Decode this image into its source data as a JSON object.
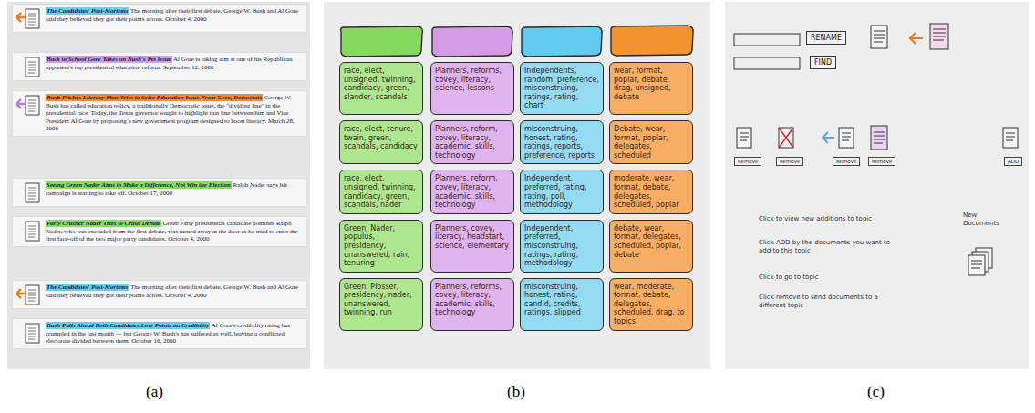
{
  "diagram": {
    "nodes": [
      {
        "text": [
          "The Candidates' Post-Mortems",
          "The morning after their first debate, George W. Bush and Al Gore said they believed they got their points across. October 4, 2000"
        ]
      },
      {
        "text": [
          "Back to School Gore Takes on Bush's Pet Issue",
          "Al Gore is taking aim at one of his Republican opponent's top presidential education reform. September 12, 2000"
        ]
      },
      {
        "text": [
          "Bush Pitches Literacy Plan Tries to Seize Education Issue From Gore, Democrats",
          "George W. Bush has called education policy, a traditionally Democratic issue, the \"dividing line\" in the presidential race. Today, the Texas governor sought to highlight that line between him and Vice President Al Gore by proposing a new government program designed to boost literacy. March 28, 2000"
        ]
      },
      {
        "text": [
          "Seeing Green Nader Aims to Make a Difference, Not Win the Election",
          "Ralph Nader says his campaign is starting to take off. October 17, 2000"
        ]
      },
      {
        "text": [
          "Party Crasher Nader Tries to Crash Debate",
          "Green Party presidential candidate nominee Ralph Nader, who was excluded from the first debate, was turned away at the door as he tried to enter the first face-off of the two major party candidates. October 4, 2000"
        ]
      },
      {
        "text": [
          "The Candidates' Post-Mortems",
          "The morning after their first debate, George W. Bush and Al Gore said they believed they got their points across. October 4, 2000"
        ]
      },
      {
        "text": [
          "Bush Pulls Ahead Both Candidates Lose Points on Credibility",
          "Al Gore's credibility rating has crumpled in the last month — but George W. Bush's has suffered as well, leaving a conflicted electorate divided between them. October 16, 2000"
        ]
      },
      {
        "text": [
          "race, elect, unsigned, twinning, candidacy, green, slander, scandals"
        ]
      },
      {
        "text": [
          "Planners, reforms, covey, literacy, science, lessons"
        ]
      },
      {
        "text": [
          "Independents, random, preference, misconstruing, ratings, rating, chart"
        ]
      },
      {
        "text": [
          "wear, format, poplar, debate, drag, unsigned, debate"
        ]
      },
      {
        "text": [
          "race, elect, tenure, twain, green, scandals, candidacy"
        ]
      },
      {
        "text": [
          "Planners, reform, covey, literacy, academic, skills, technology"
        ]
      },
      {
        "text": [
          "misconstruing, honest, rating, ratings, reports, preference, reports"
        ]
      },
      {
        "text": [
          "Debate, wear, format, poplar, delegates, scheduled"
        ]
      },
      {
        "text": [
          "race, elect, unsigned, twinning, candidacy, green, scandals, nader"
        ]
      },
      {
        "text": [
          "Planners, reform, covey, literacy, academic, skills, technology"
        ]
      },
      {
        "text": [
          "Independent, preferred, rating, rating, poll, methodology"
        ]
      },
      {
        "text": [
          "moderate, wear, format, debate, delegates, scheduled, poplar"
        ]
      },
      {
        "text": [
          "Green, Nader, populus, presidency, unanswered, rain, tenuring"
        ]
      },
      {
        "text": [
          "Planners, covey, literacy, headstart, science, elementary"
        ]
      },
      {
        "text": [
          "Independent, preferred, misconstruing, ratings, rating, methodology"
        ]
      },
      {
        "text": [
          "debate, wear, format, delegates, scheduled, poplar, debate"
        ]
      },
      {
        "text": [
          "Green, Plosser, presidency, nader, unanswered, twinning, run"
        ]
      },
      {
        "text": [
          "Planners, reforms, covey, literacy, academic, skills, technology"
        ]
      },
      {
        "text": [
          "misconstruing, honest, rating, candid, credits, ratings, slipped"
        ]
      },
      {
        "text": [
          "wear, moderate, format, debate, delegates, scheduled, drag, to topics"
        ]
      },
      {
        "text": [
          "RENAME"
        ]
      },
      {
        "text": [
          "FIND"
        ]
      },
      {
        "text": [
          "Remove"
        ]
      },
      {
        "text": [
          "Remove"
        ]
      },
      {
        "text": [
          "Remove"
        ]
      },
      {
        "text": [
          "Remove"
        ]
      },
      {
        "text": [
          "ADD"
        ]
      }
    ],
    "labels": [
      "Click to view new additions to topic",
      "Click ADD by the documents you want to add to this topic",
      "Click to go to topic",
      "Click remove to send documents to a different topic",
      "New Documents",
      "(a)",
      "(b)",
      "(c)"
    ]
  }
}
